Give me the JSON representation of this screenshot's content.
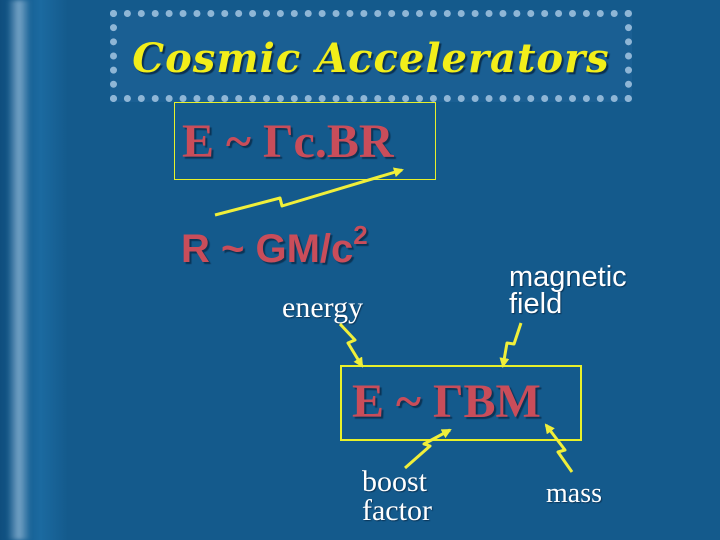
{
  "title": "Cosmic Accelerators",
  "formula_top": "E ~ Γc.BR",
  "formula_mid": {
    "main": "R ~ GM/c",
    "exp": "2"
  },
  "formula_bottom": "E ~ ΓBM",
  "labels": {
    "energy": "energy",
    "magnetic": "magnetic",
    "field": "field",
    "boost": "boost",
    "factor": "factor",
    "mass": "mass"
  },
  "colors": {
    "background": "#145a8c",
    "title": "#f2ee1a",
    "formula": "#c94d5a",
    "arrow": "#f0ef3a",
    "frame": "#e8f02a"
  }
}
